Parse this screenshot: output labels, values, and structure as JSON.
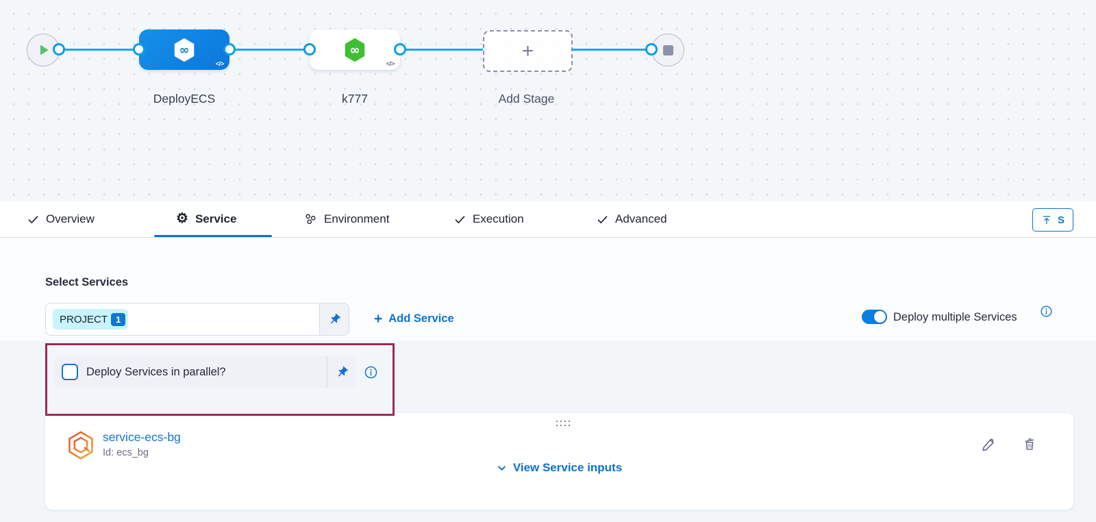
{
  "pipeline": {
    "stages": {
      "deploy_label": "DeployECS",
      "k777_label": "k777",
      "add_stage_label": "Add Stage",
      "add_stage_plus": "+",
      "code_badge": "</>"
    }
  },
  "tabs": {
    "overview": "Overview",
    "service": "Service",
    "environment": "Environment",
    "execution": "Execution",
    "advanced": "Advanced"
  },
  "toolbar": {
    "save_label": "S"
  },
  "service_tab": {
    "select_label": "Select Services",
    "tag_label": "PROJECT",
    "tag_count": "1",
    "add_service_plus": "+",
    "add_service_label": "Add Service",
    "deploy_multiple_label": "Deploy multiple Services",
    "parallel_label": "Deploy Services in parallel?",
    "card": {
      "name": "service-ecs-bg",
      "id_text": "Id: ecs_bg",
      "view_inputs_label": "View Service inputs"
    }
  },
  "colors": {
    "accent": "#0278d5",
    "annotation_box": "#9b2a56",
    "edge_blue": "#1ba5f0",
    "node_blue": "#0d84e2",
    "node_green": "#3fbe33",
    "ecs_orange": "#e9722f"
  }
}
